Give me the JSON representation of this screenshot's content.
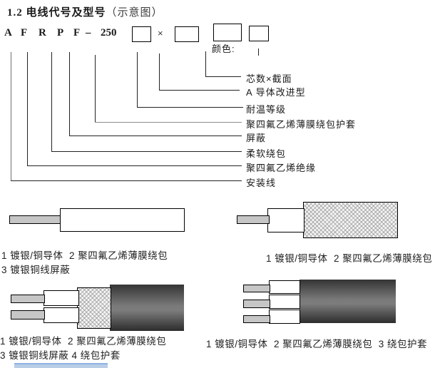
{
  "title": {
    "number": "1.2",
    "main": "电线代号及型号",
    "paren": "（示意图）"
  },
  "model_code": {
    "letters": [
      "A",
      "F",
      "R",
      "P",
      "F",
      "–",
      "250"
    ],
    "multiply": "×",
    "color_label": "颜色:"
  },
  "designation_labels": [
    "芯数×截面",
    "A 导体改进型",
    "耐温等级",
    "聚四氟乙烯薄膜绕包护套",
    "屏蔽",
    "柔软绕包",
    "聚四氟乙烯绝缘",
    "安装线"
  ],
  "diagrams": {
    "top_left": {
      "caption_line1": "1 镀银/铜导体  2 聚四氟乙烯薄膜绕包",
      "caption_line2": "3 镀银铜线屏蔽"
    },
    "top_right": {
      "caption_line1": "1 镀银/铜导体  2 聚四氟乙烯薄膜绕包"
    },
    "bottom_left": {
      "caption_line1": "1 镀银/铜导体  2 聚四氟乙烯薄膜绕包",
      "caption_line2": "3 镀银铜线屏蔽 4 绕包护套"
    },
    "bottom_right": {
      "caption_line1": "1 镀银/铜导体  2 聚四氟乙烯薄膜绕包  3 绕包护套"
    }
  },
  "colors": {
    "conductor_gray": "#c6c6c6",
    "jacket_dark": "#2e2e2e",
    "jacket_light": "#7c7c7c",
    "hatch_gray": "#8c8c8c",
    "highlight_bar_fill": "#b9cde7",
    "highlight_bar_edge": "#8db3e2",
    "line": "#222222"
  }
}
